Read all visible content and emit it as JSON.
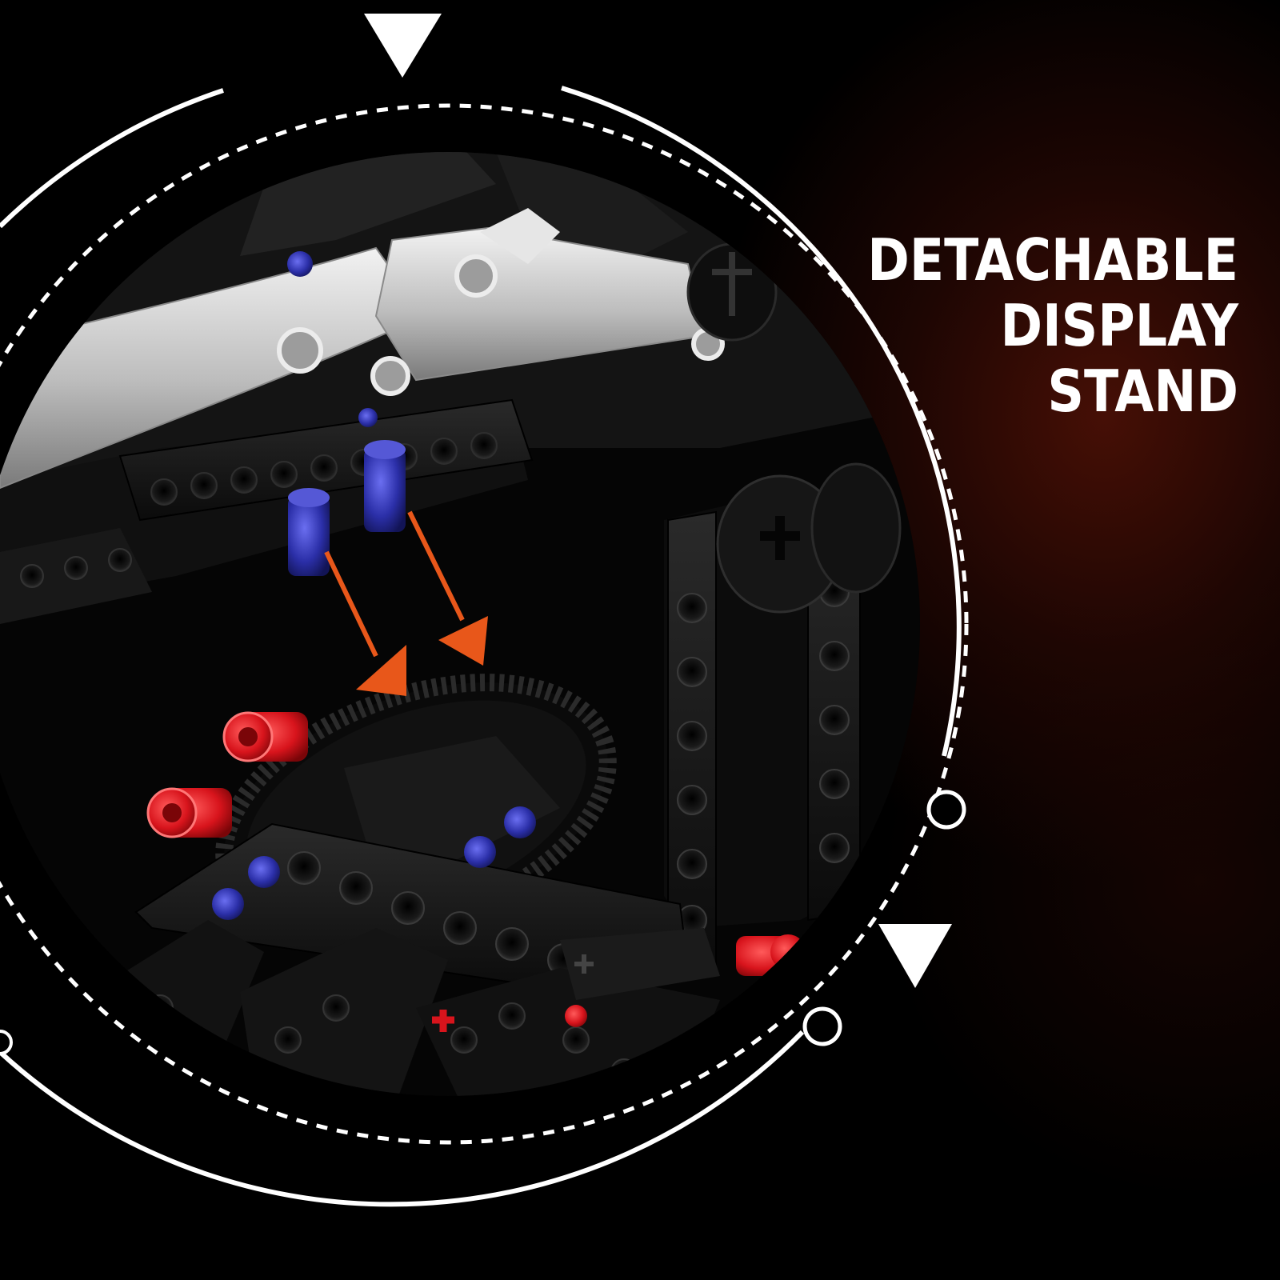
{
  "headline": {
    "line1": "DETACHABLE",
    "line2": "DISPLAY",
    "line3": "STAND"
  },
  "colors": {
    "background": "#000000",
    "glow": "#4a1006",
    "ring": "#ffffff",
    "arrow": "#e8571a",
    "axle_pin_blue": "#2b2fa8",
    "friction_pin_red": "#d8141c",
    "beam_black": "#151515",
    "panel_silver": "#c9c9c9"
  },
  "icons": [
    "triangle-down-marker-icon",
    "circle-node-icon",
    "insertion-arrow-icon"
  ]
}
